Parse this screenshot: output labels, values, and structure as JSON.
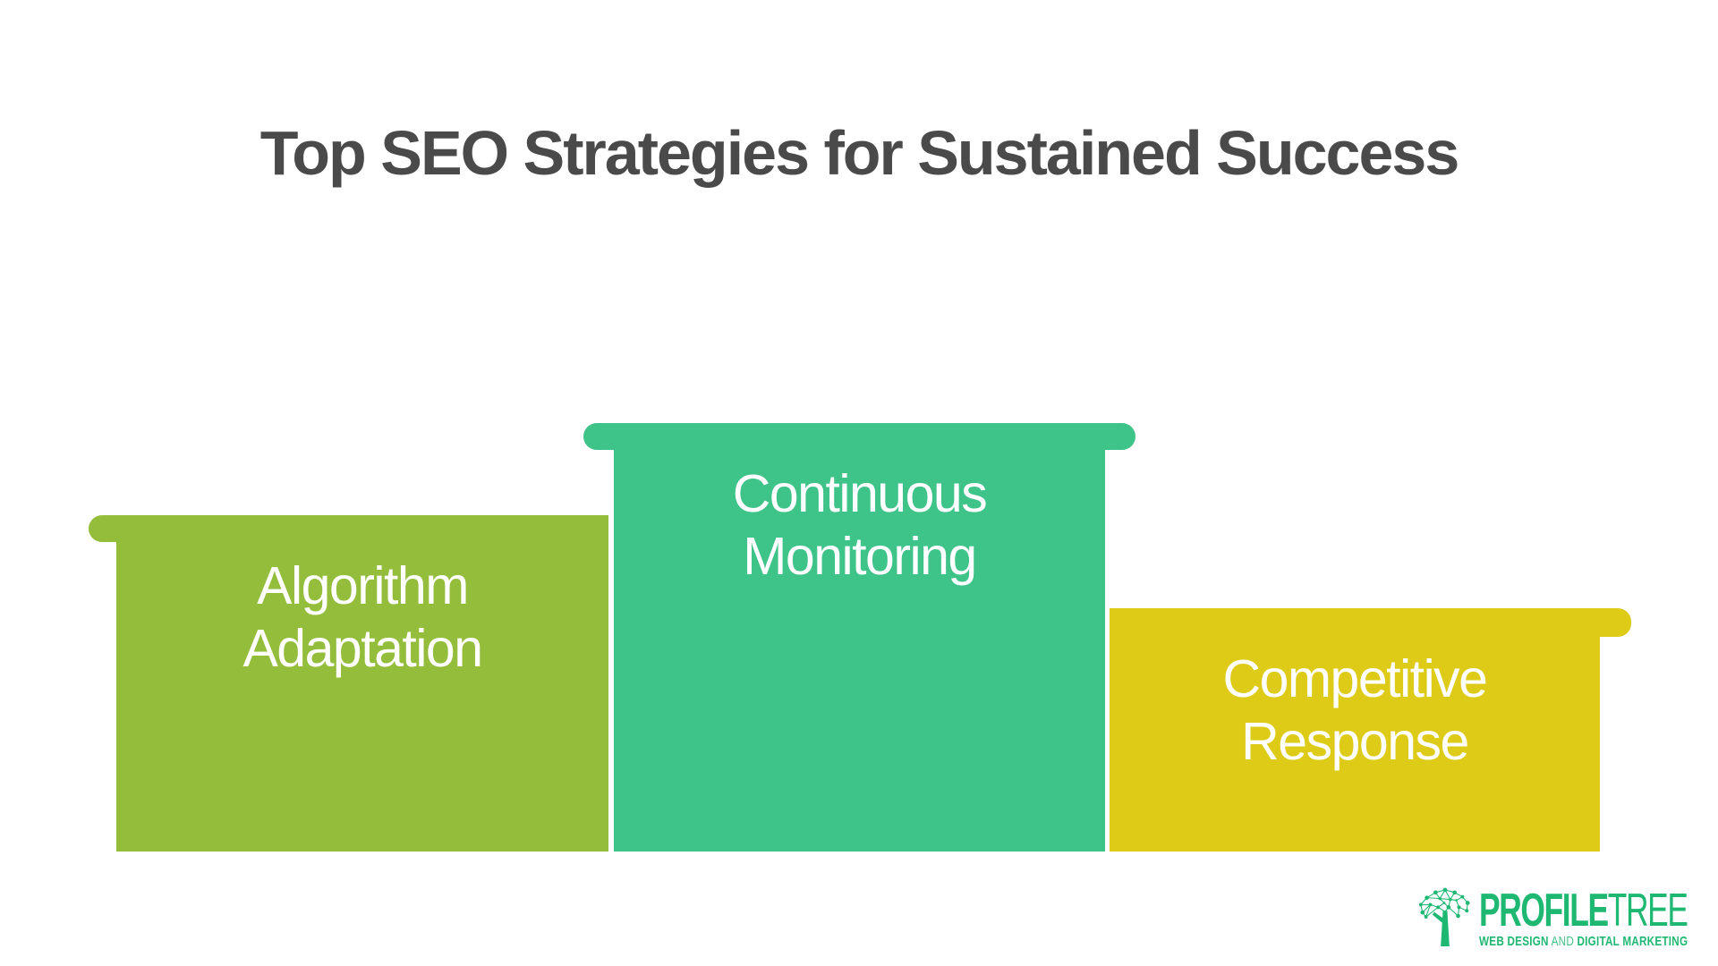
{
  "title": {
    "text": "Top SEO Strategies for Sustained Success"
  },
  "colors": {
    "background": "#FFFFFF",
    "title_text": "#4A4A4A",
    "bar_label_text": "#FFFFFF",
    "bar_green": "#94BD3C",
    "bar_teal": "#3EC389",
    "bar_yellow": "#DECB17",
    "logo_green": "#1FB873"
  },
  "podium": {
    "bars": [
      {
        "id": "algorithm-adaptation",
        "lines": [
          "Algorithm",
          "Adaptation"
        ],
        "color": "#94BD3C",
        "cap_side": "left",
        "relative_height": "medium"
      },
      {
        "id": "continuous-monitoring",
        "lines": [
          "Continuous",
          "Monitoring"
        ],
        "color": "#3EC389",
        "cap_side": "both",
        "relative_height": "tall"
      },
      {
        "id": "competitive-response",
        "lines": [
          "Competitive",
          "Response"
        ],
        "color": "#DECB17",
        "cap_side": "right",
        "relative_height": "short"
      }
    ]
  },
  "logo": {
    "icon": "tree-network-icon",
    "name_primary": "PROFILE",
    "name_secondary": "TREE",
    "tagline_bold_1": "WEB DESIGN",
    "tagline_light": " AND ",
    "tagline_bold_2": "DIGITAL MARKETING"
  }
}
